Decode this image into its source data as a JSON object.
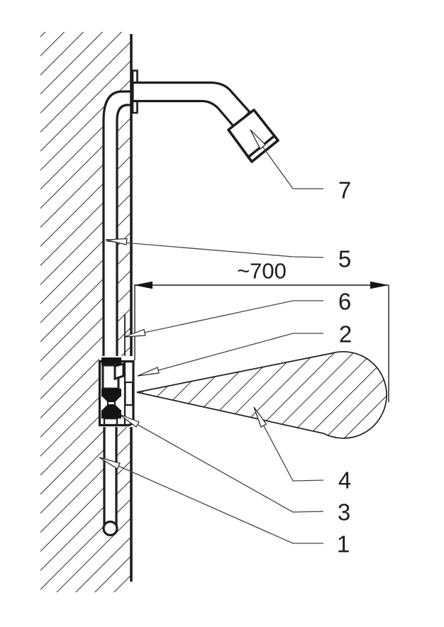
{
  "diagram": {
    "dimension_label": "~700",
    "callouts": {
      "c7": "7",
      "c5": "5",
      "c6": "6",
      "c2": "2",
      "c4": "4",
      "c3": "3",
      "c1": "1"
    },
    "colors": {
      "line": "#1d1d1d",
      "hatch": "#3a3a3a",
      "background": "#ffffff"
    }
  }
}
